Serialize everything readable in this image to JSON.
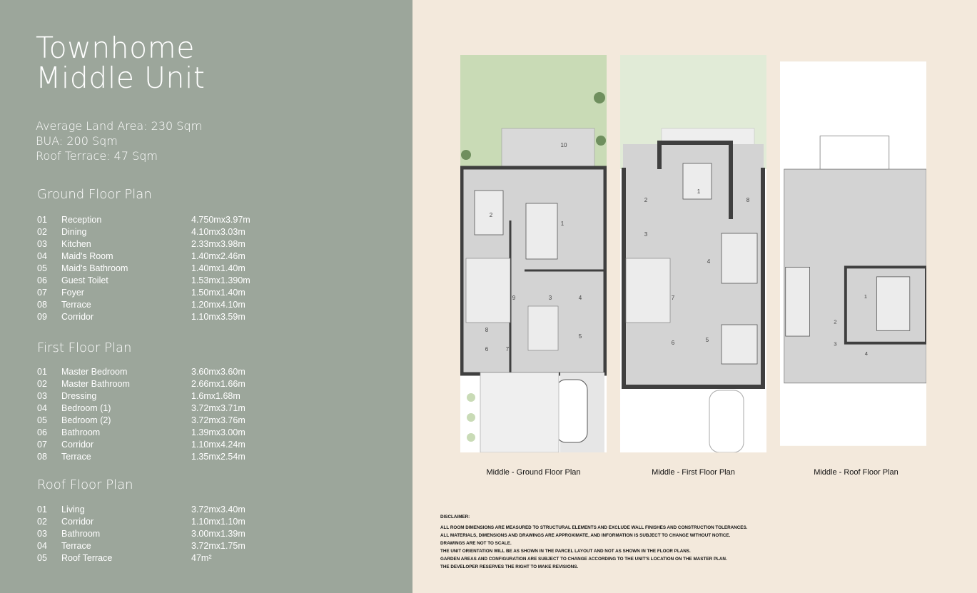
{
  "title": [
    "Townhome",
    "Middle Unit"
  ],
  "specs": [
    "Average Land Area: 230 Sqm",
    "BUA: 200 Sqm",
    "Roof Terrace: 47 Sqm"
  ],
  "sections": [
    {
      "title": "Ground Floor Plan",
      "rows": [
        {
          "no": "01",
          "name": "Reception",
          "dim": "4.750mx3.97m"
        },
        {
          "no": "02",
          "name": "Dining",
          "dim": "4.10mx3.03m"
        },
        {
          "no": "03",
          "name": "Kitchen",
          "dim": "2.33mx3.98m"
        },
        {
          "no": "04",
          "name": "Maid's Room",
          "dim": "1.40mx2.46m"
        },
        {
          "no": "05",
          "name": "Maid's Bathroom",
          "dim": "1.40mx1.40m"
        },
        {
          "no": "06",
          "name": "Guest Toilet",
          "dim": "1.53mx1.390m"
        },
        {
          "no": "07",
          "name": "Foyer",
          "dim": "1.50mx1.40m"
        },
        {
          "no": "08",
          "name": "Terrace",
          "dim": "1.20mx4.10m"
        },
        {
          "no": "09",
          "name": "Corridor",
          "dim": "1.10mx3.59m"
        }
      ]
    },
    {
      "title": "First Floor Plan",
      "rows": [
        {
          "no": "01",
          "name": "Master Bedroom",
          "dim": "3.60mx3.60m"
        },
        {
          "no": "02",
          "name": "Master Bathroom",
          "dim": "2.66mx1.66m"
        },
        {
          "no": "03",
          "name": "Dressing",
          "dim": "1.6mx1.68m"
        },
        {
          "no": "04",
          "name": "Bedroom (1)",
          "dim": "3.72mx3.71m"
        },
        {
          "no": "05",
          "name": "Bedroom (2)",
          "dim": "3.72mx3.76m"
        },
        {
          "no": "06",
          "name": "Bathroom",
          "dim": "1.39mx3.00m"
        },
        {
          "no": "07",
          "name": "Corridor",
          "dim": "1.10mx4.24m"
        },
        {
          "no": "08",
          "name": "Terrace",
          "dim": "1.35mx2.54m"
        }
      ]
    },
    {
      "title": "Roof Floor Plan",
      "rows": [
        {
          "no": "01",
          "name": "Living",
          "dim": "3.72mx3.40m"
        },
        {
          "no": "02",
          "name": "Corridor",
          "dim": "1.10mx1.10m"
        },
        {
          "no": "03",
          "name": "Bathroom",
          "dim": "3.00mx1.39m"
        },
        {
          "no": "04",
          "name": "Terrace",
          "dim": "3.72mx1.75m"
        },
        {
          "no": "05",
          "name": "Roof Terrace",
          "dim": "47m²"
        }
      ]
    }
  ],
  "plans": {
    "ground": {
      "caption": "Middle - Ground Floor Plan",
      "labels": [
        "1",
        "2",
        "3",
        "4",
        "5",
        "6",
        "7",
        "8",
        "9",
        "10"
      ]
    },
    "first": {
      "caption": "Middle - First Floor Plan",
      "labels": [
        "1",
        "2",
        "3",
        "4",
        "5",
        "6",
        "7",
        "8"
      ]
    },
    "roof": {
      "caption": "Middle - Roof Floor Plan",
      "labels": [
        "1",
        "2",
        "3",
        "4"
      ]
    }
  },
  "disclaimer": {
    "heading": "DISCLAIMER:",
    "lines": [
      "ALL ROOM DIMENSIONS ARE MEASURED TO STRUCTURAL ELEMENTS AND EXCLUDE WALL FINISHES AND CONSTRUCTION TOLERANCES.",
      "ALL MATERIALS, DIMENSIONS AND DRAWINGS ARE APPROXIMATE, AND INFORMATION IS SUBJECT TO CHANGE WITHOUT NOTICE.",
      "DRAWINGS ARE NOT TO SCALE.",
      "THE UNIT ORIENTATION WILL BE AS SHOWN IN THE PARCEL LAYOUT AND NOT AS SHOWN IN THE FLOOR PLANS.",
      "GARDEN AREAS AND CONFIGURATION ARE SUBJECT TO CHANGE ACCORDING TO THE UNIT'S LOCATION ON THE MASTER PLAN.",
      "THE DEVELOPER RESERVES THE RIGHT TO MAKE REVISIONS."
    ]
  },
  "colors": {
    "left_bg": "#9ca69b",
    "right_bg": "#f3e9dc",
    "wall": "#3f3f3f",
    "garden": "#c9dbb6",
    "floor": "#d3d3d3"
  }
}
